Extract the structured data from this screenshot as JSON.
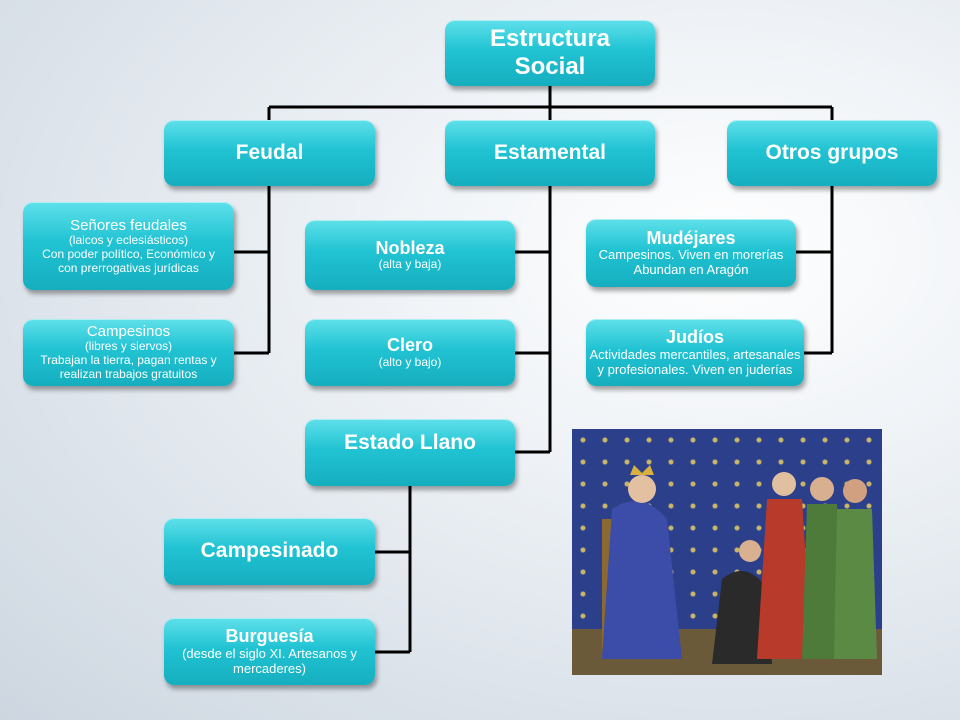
{
  "root": {
    "line1": "Estructura",
    "line2": "Social"
  },
  "feudal": {
    "title": "Feudal",
    "items": [
      {
        "title": "Señores feudales",
        "lines": [
          "(laicos y eclesiásticos)",
          "Con poder político, Económico y",
          "con prerrogativas  jurídicas"
        ]
      },
      {
        "title": "Campesinos",
        "lines": [
          "(libres  y siervos)",
          "Trabajan  la tierra, pagan rentas y",
          "realizan trabajos gratuitos"
        ]
      }
    ]
  },
  "estamental": {
    "title": "Estamental",
    "items": [
      {
        "title": "Nobleza",
        "sub": "(alta y baja)"
      },
      {
        "title": "Clero",
        "sub": "(alto y bajo)"
      },
      {
        "title": "Estado Llano"
      }
    ]
  },
  "estado_llano": {
    "items": [
      {
        "title": "Campesinado"
      },
      {
        "title": "Burguesía",
        "lines": [
          "(desde el siglo XI. Artesanos y",
          "mercaderes)"
        ]
      }
    ]
  },
  "otros": {
    "title": "Otros grupos",
    "items": [
      {
        "title": "Mudéjares",
        "lines": [
          "Campesinos. Viven en morerías",
          "Abundan en Aragón"
        ]
      },
      {
        "title": "Judíos",
        "lines": [
          "Actividades mercantiles, artesanales",
          "y profesionales. Viven en juderías"
        ]
      }
    ]
  },
  "colors": {
    "box": "#21c3d3",
    "line": "#000000"
  }
}
